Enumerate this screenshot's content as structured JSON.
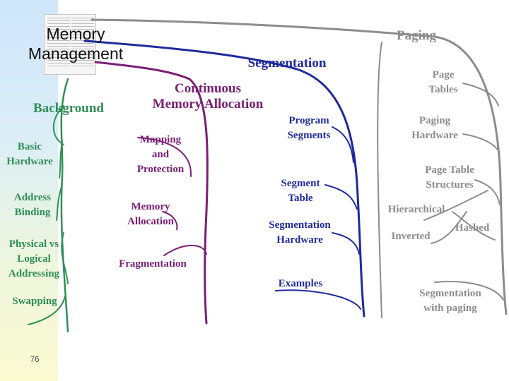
{
  "title": "Memory\nManagement",
  "slide_number": "76",
  "branches": {
    "background": {
      "label": "Background",
      "color": "#2f8f57",
      "topics": [
        "Basic\nHardware",
        "Address\nBinding",
        "Physical vs\nLogical\nAddressing",
        "Swapping"
      ]
    },
    "continuous": {
      "label": "Continuous\nMemory Allocation",
      "color": "#7a1f74",
      "topics": [
        "Mapping\nand\nProtection",
        "Memory\nAllocation",
        "Fragmentation"
      ]
    },
    "segmentation": {
      "label": "Segmentation",
      "color": "#1f2a9c",
      "topics": [
        "Program\nSegments",
        "Segment\nTable",
        "Segmentation\nHardware",
        "Examples"
      ]
    },
    "paging": {
      "label": "Paging",
      "color": "#8c8c8c",
      "topics": [
        "Page\nTables",
        "Paging\nHardware",
        "Page Table\nStructures",
        "Hierarchical",
        "Hashed",
        "Inverted",
        "Segmentation\nwith paging"
      ]
    }
  }
}
